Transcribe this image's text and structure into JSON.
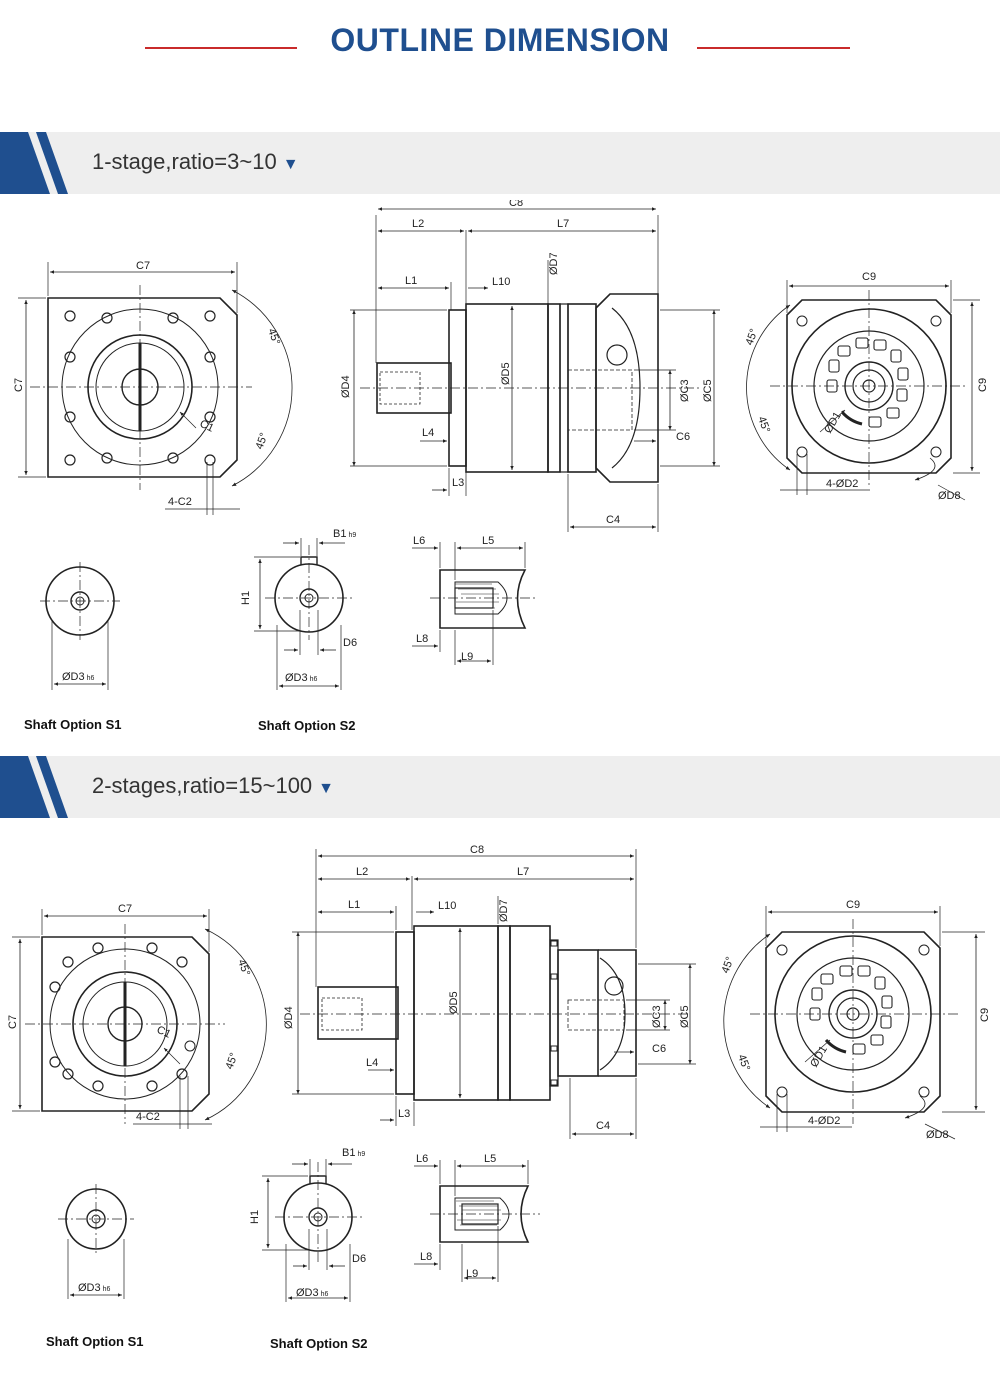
{
  "title": "OUTLINE DIMENSION",
  "colors": {
    "title": "#1f4f8f",
    "title_rule": "#c92b2b",
    "banner_bg": "#eeeeee",
    "banner_accent": "#1f4f8f",
    "line": "#222222"
  },
  "sections": [
    {
      "heading": "1-stage,ratio=3~10",
      "labels": {
        "front": {
          "c7_top": "C7",
          "c7_side": "C7",
          "angle_top": "45°",
          "angle_bottom": "45°",
          "c1": "C1",
          "c2": "4-C2"
        },
        "side": {
          "c8": "C8",
          "l2": "L2",
          "l7": "L7",
          "l1": "L1",
          "l10": "L10",
          "d7": "ØD7",
          "d4": "ØD4",
          "d5": "ØD5",
          "c3": "ØC3",
          "c5": "ØC5",
          "l4": "L4",
          "c6": "C6",
          "l3": "L3",
          "c4": "C4"
        },
        "rear": {
          "c9_top": "C9",
          "c9_side": "C9",
          "angle_top": "45°",
          "angle_bottom": "45°",
          "d1": "ØD1",
          "d2": "4-ØD2",
          "d8": "ØD8"
        },
        "s1": {
          "d3": "ØD3",
          "d3_sub": "h6",
          "caption": "Shaft Option S1"
        },
        "s2": {
          "b1": "B1",
          "b1_sub": "h9",
          "h1": "H1",
          "d6": "D6",
          "d3": "ØD3",
          "d3_sub": "h6",
          "caption": "Shaft Option S2"
        },
        "key": {
          "l6": "L6",
          "l5": "L5",
          "l8": "L8",
          "l9": "L9"
        }
      }
    },
    {
      "heading": "2-stages,ratio=15~100",
      "labels": {
        "front": {
          "c7_top": "C7",
          "c7_side": "C7",
          "angle_top": "45°",
          "angle_bottom": "45°",
          "c1": "C1",
          "c2": "4-C2"
        },
        "side": {
          "c8": "C8",
          "l2": "L2",
          "l7": "L7",
          "l1": "L1",
          "l10": "L10",
          "d7": "ØD7",
          "d4": "ØD4",
          "d5": "ØD5",
          "c3": "ØC3",
          "c5": "ØC5",
          "l4": "L4",
          "c6": "C6",
          "l3": "L3",
          "c4": "C4"
        },
        "rear": {
          "c9_top": "C9",
          "c9_side": "C9",
          "angle_top": "45°",
          "angle_bottom": "45°",
          "d1": "ØD1",
          "d2": "4-ØD2",
          "d8": "ØD8"
        },
        "s1": {
          "d3": "ØD3",
          "d3_sub": "h6",
          "caption": "Shaft Option S1"
        },
        "s2": {
          "b1": "B1",
          "b1_sub": "h9",
          "h1": "H1",
          "d6": "D6",
          "d3": "ØD3",
          "d3_sub": "h6",
          "caption": "Shaft Option S2"
        },
        "key": {
          "l6": "L6",
          "l5": "L5",
          "l8": "L8",
          "l9": "L9"
        }
      }
    }
  ]
}
